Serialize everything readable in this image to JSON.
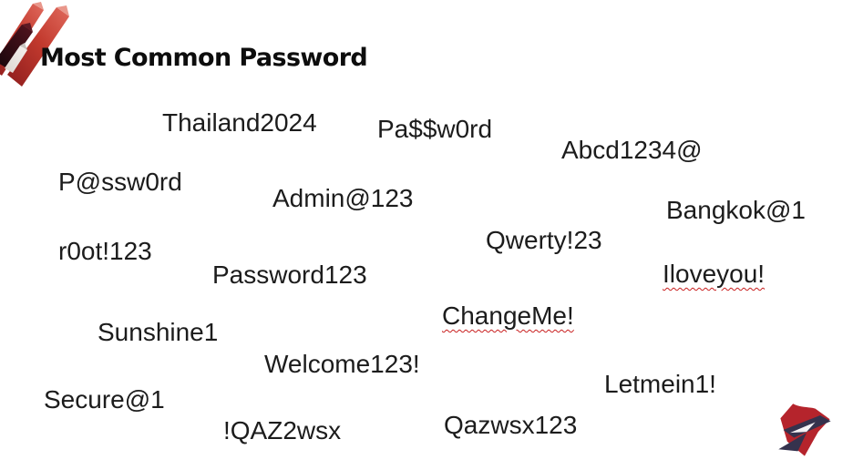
{
  "slide": {
    "title": "Most Common Password"
  },
  "colors": {
    "background": "#ffffff",
    "title_text": "#0d0d0d",
    "password_text": "#1c1c1c",
    "spellcheck_underline": "#c81e1e",
    "brand_red": "#bf2d28",
    "brand_dark_beam": "#26070d",
    "brand_ivory_beam": "#f1ece8",
    "brand_navy": "#35324d"
  },
  "icons": {
    "top_left": "diagonal-beams-logo",
    "bottom_right": "arrow-emblem-logo"
  },
  "passwords": [
    {
      "text": "Thailand2024",
      "misspelled_underline": false
    },
    {
      "text": "Pa$$w0rd",
      "misspelled_underline": false
    },
    {
      "text": "Abcd1234@",
      "misspelled_underline": false
    },
    {
      "text": "P@ssw0rd",
      "misspelled_underline": false
    },
    {
      "text": "Admin@123",
      "misspelled_underline": false
    },
    {
      "text": "Bangkok@1",
      "misspelled_underline": false
    },
    {
      "text": "r0ot!123",
      "misspelled_underline": false
    },
    {
      "text": "Qwerty!23",
      "misspelled_underline": false
    },
    {
      "text": "Password123",
      "misspelled_underline": false
    },
    {
      "text": "Iloveyou!",
      "misspelled_underline": true
    },
    {
      "text": "ChangeMe!",
      "misspelled_underline": true
    },
    {
      "text": "Sunshine1",
      "misspelled_underline": false
    },
    {
      "text": "Welcome123!",
      "misspelled_underline": false
    },
    {
      "text": "Letmein1!",
      "misspelled_underline": false
    },
    {
      "text": "Secure@1",
      "misspelled_underline": false
    },
    {
      "text": "!QAZ2wsx",
      "misspelled_underline": false
    },
    {
      "text": "Qazwsx123",
      "misspelled_underline": false
    }
  ]
}
